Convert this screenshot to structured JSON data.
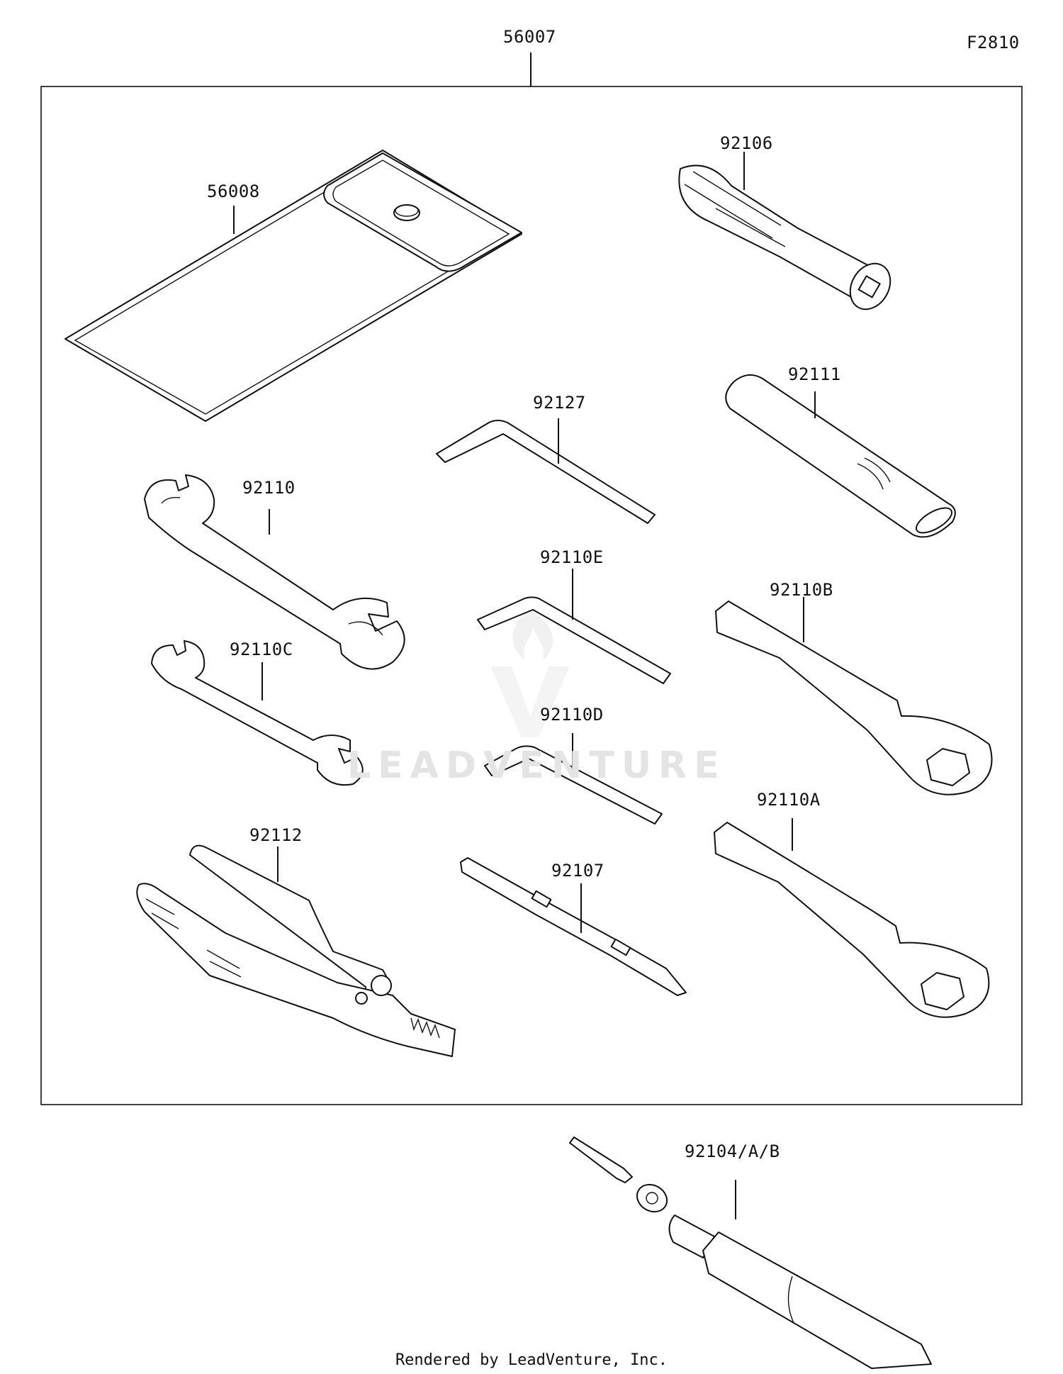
{
  "figure_code": "F2810",
  "footer": "Rendered by LeadVenture, Inc.",
  "watermark": "LEADVENTURE",
  "assembly_label": "56007",
  "parts": [
    {
      "number": "56008",
      "name": "tool-pouch"
    },
    {
      "number": "92106",
      "name": "driver-handle"
    },
    {
      "number": "92111",
      "name": "extension-bar"
    },
    {
      "number": "92127",
      "name": "hex-wrench"
    },
    {
      "number": "92110",
      "name": "open-end-wrench"
    },
    {
      "number": "92110E",
      "name": "hex-wrench"
    },
    {
      "number": "92110B",
      "name": "box-wrench"
    },
    {
      "number": "92110C",
      "name": "open-end-wrench"
    },
    {
      "number": "92110D",
      "name": "hex-wrench"
    },
    {
      "number": "92112",
      "name": "pliers"
    },
    {
      "number": "92107",
      "name": "screwdriver"
    },
    {
      "number": "92110A",
      "name": "box-wrench"
    },
    {
      "number": "92104/A/B",
      "name": "grease-tube"
    }
  ]
}
